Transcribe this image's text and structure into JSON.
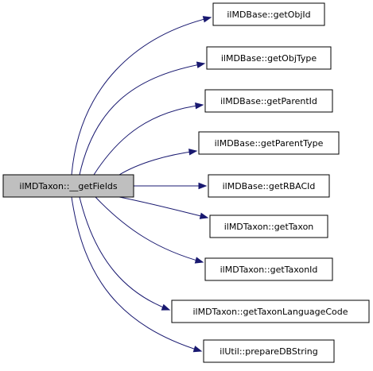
{
  "graph": {
    "source": {
      "label": "ilMDTaxon::__getFields",
      "fill": "#bfbfbf"
    },
    "targets": [
      {
        "label": "ilMDBase::getObjId",
        "fill": "#ffffff"
      },
      {
        "label": "ilMDBase::getObjType",
        "fill": "#ffffff"
      },
      {
        "label": "ilMDBase::getParentId",
        "fill": "#ffffff"
      },
      {
        "label": "ilMDBase::getParentType",
        "fill": "#ffffff"
      },
      {
        "label": "ilMDBase::getRBACId",
        "fill": "#ffffff"
      },
      {
        "label": "ilMDTaxon::getTaxon",
        "fill": "#ffffff"
      },
      {
        "label": "ilMDTaxon::getTaxonId",
        "fill": "#ffffff"
      },
      {
        "label": "ilMDTaxon::getTaxonLanguageCode",
        "fill": "#ffffff"
      },
      {
        "label": "ilUtil::prepareDBString",
        "fill": "#ffffff"
      }
    ],
    "edge_color": "#191970",
    "border_color": "#000000"
  }
}
